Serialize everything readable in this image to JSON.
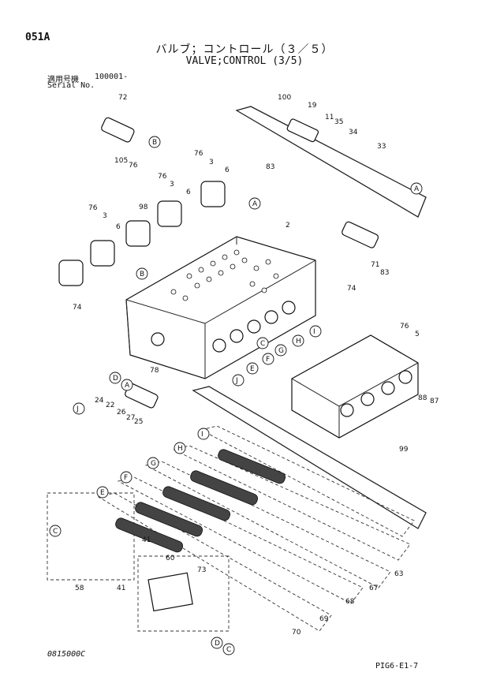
{
  "header": {
    "page_code": "051A",
    "title_jp": "バルブ；コントロール（３／５）",
    "title_en": "VALVE;CONTROL (3/5)",
    "serial_label_jp": "適用号機",
    "serial_label_en": "Serial No.",
    "serial_value": "100001-"
  },
  "footer": {
    "left_code": "0815000C",
    "right_code": "PIG6-E1-7"
  },
  "diagram": {
    "part_numbers": [
      "72",
      "100",
      "19",
      "11",
      "35",
      "34",
      "33",
      "76",
      "105",
      "76",
      "3",
      "6",
      "83",
      "76",
      "98",
      "3",
      "6",
      "2",
      "76",
      "3",
      "6",
      "71",
      "83",
      "74",
      "74",
      "76",
      "5",
      "78",
      "24",
      "22",
      "26",
      "27",
      "25",
      "88",
      "87",
      "99",
      "41",
      "60",
      "73",
      "58",
      "41",
      "70",
      "69",
      "68",
      "67",
      "63"
    ],
    "letters": [
      "A",
      "B",
      "C",
      "D",
      "E",
      "F",
      "G",
      "H",
      "I",
      "J"
    ]
  }
}
